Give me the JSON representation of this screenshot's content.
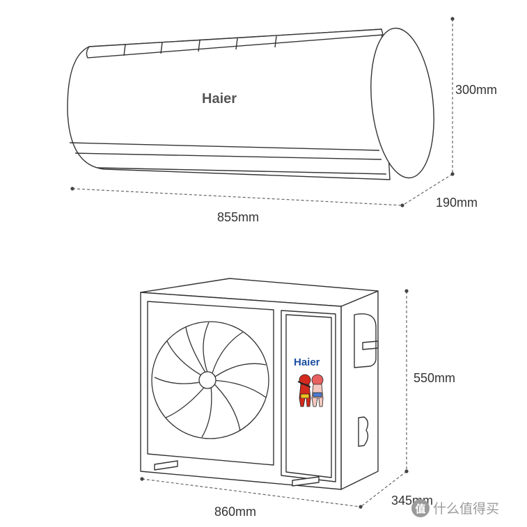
{
  "indoor_unit": {
    "brand": "Haier",
    "height": "300mm",
    "depth": "190mm",
    "width": "855mm"
  },
  "outdoor_unit": {
    "brand": "Haier",
    "height": "550mm",
    "depth": "345mm",
    "width": "860mm"
  },
  "watermark": {
    "icon": "smzdm-logo-icon",
    "text": "什么值得买"
  },
  "colors": {
    "line": "#333333",
    "brand_indoor": "#555555",
    "brand_outdoor": "#1a4fa0",
    "mascot_red": "#d42a1e",
    "watermark": "#9a9a9a"
  }
}
